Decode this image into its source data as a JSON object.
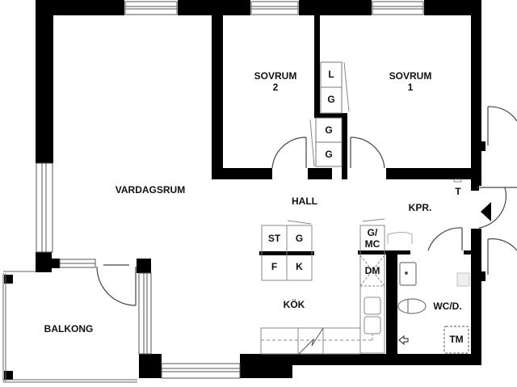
{
  "plan": {
    "rooms": {
      "vardagsrum": "VARDAGSRUM",
      "sovrum2": "SOVRUM\n2",
      "sovrum1": "SOVRUM\n1",
      "hall": "HALL",
      "kpr": "KPR.",
      "kok": "KÖK",
      "balkong": "BALKONG",
      "wcd": "WC/D."
    },
    "fixtures": {
      "wardrobe_l": "L",
      "wardrobe_g1": "G",
      "wardrobe_g2": "G",
      "wardrobe_g3": "G",
      "kitchen_st": "ST",
      "kitchen_g": "G",
      "kitchen_f": "F",
      "kitchen_k": "K",
      "gmc": "G/\nMC",
      "dm": "DM",
      "tm": "TM",
      "t_marker": "T"
    },
    "colors": {
      "wall": "#000000",
      "line": "#777777",
      "background": "#ffffff"
    }
  }
}
